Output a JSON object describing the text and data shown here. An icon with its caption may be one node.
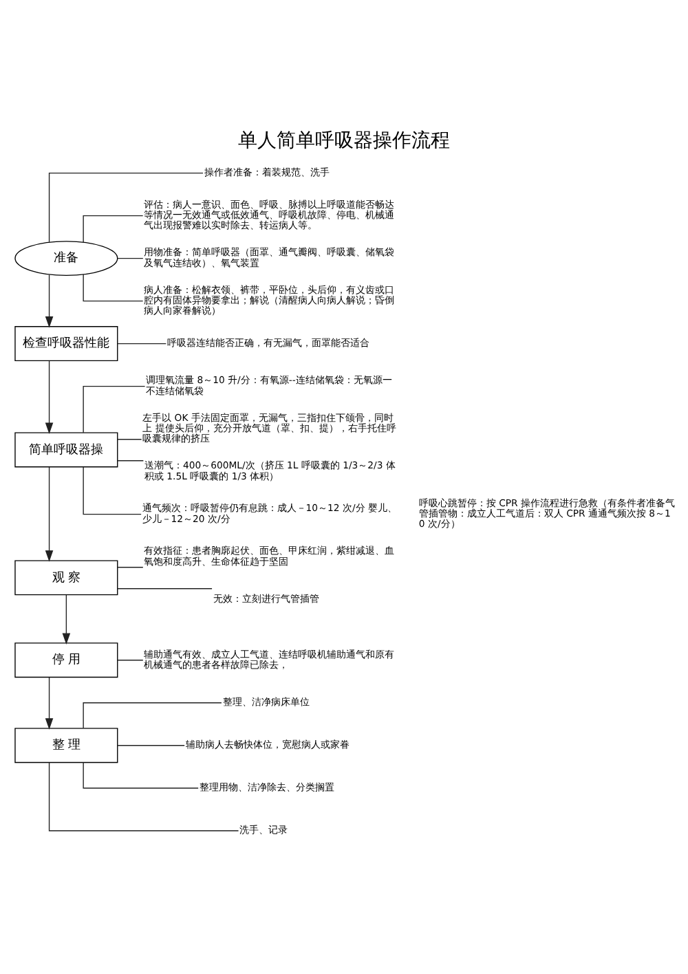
{
  "diagram": {
    "title": "单人简单呼吸器操作流程",
    "nodes": [
      {
        "text": [
          "准备"
        ]
      },
      {
        "text": [
          "操作者准备：着装规范、洗手"
        ]
      },
      {
        "text": [
          "评估：病人一意识、面色、呼吸、脉搏以上呼吸道能否畅达等情况一无效通气或低效通气、呼吸机故障、停电、机械通气出现报警难以实时除去、转运病人等。"
        ]
      },
      {
        "text": [
          "用物准备：简单呼吸器（面罩、通气瓣阀、呼吸囊、储氧袋及氧气连结收）、氧气装置"
        ]
      },
      {
        "text": [
          "病人准备：松解衣领、裤带，平卧位，头后仰，有义齿或口腔内有固体异物要拿出；解说（清醒病人向病人解说；昏倒病人向家眷解说）"
        ]
      },
      {
        "text": [
          "检查呼吸器性能"
        ]
      },
      {
        "text": [
          "呼吸器连结能否正确，有无漏气，面罩能否适合"
        ]
      },
      {
        "text": [
          "简单呼吸器操"
        ]
      },
      {
        "text": [
          "调理氧流量 8～10 升/分：有氧源--连结储氧袋：无氧源一不连结储氧袋"
        ]
      },
      {
        "text": [
          "左手以 OK 手法固定面罩，无漏气，三指扣住下颌骨，同时上 提使头后仰，充分开放气道（罩、扣、提），右手托住呼吸囊规律的挤压"
        ]
      },
      {
        "text": [
          "送潮气：400～600ML/次（挤压 1L 呼吸囊的 1/3～2/3 体积或 1.5L 呼吸囊的 1/3 体积）"
        ]
      },
      {
        "text": [
          "通气频次：呼吸暂停仍有息跳：成人－10～12 次/分 婴儿、少儿－12～20 次/分"
        ]
      },
      {
        "text": [
          "观 察"
        ]
      },
      {
        "text": [
          "有效指征：患者胸廓起伏、面色、甲床红润，紫绀减退、血氧饱和度高升、生命体征趋于坚固"
        ]
      },
      {
        "text": [
          "无效：立刻进行气管插管"
        ]
      },
      {
        "text": [
          "停 用"
        ]
      },
      {
        "text": [
          "辅助通气有效、成立人工气道、连结呼吸机辅助通气和原有机械通气的患者各样故障已除去，"
        ]
      },
      {
        "text": [
          "整 理"
        ]
      },
      {
        "text": [
          "整理、洁净病床单位"
        ]
      },
      {
        "text": [
          "辅助病人去畅快体位，宽慰病人或家眷"
        ]
      },
      {
        "text": [
          "整理用物、洁净除去、分类搁置"
        ]
      },
      {
        "text": [
          "洗手、记录"
        ]
      }
    ],
    "edges": [
      {
        "from": 0,
        "to": 5,
        "arrow": "to"
      },
      {
        "from": 5,
        "to": 7,
        "arrow": "to"
      },
      {
        "from": 7,
        "to": 12,
        "arrow": "to"
      },
      {
        "from": 12,
        "to": 15,
        "arrow": "to"
      },
      {
        "from": 15,
        "to": 17,
        "arrow": "to"
      },
      {
        "from": 0,
        "to": 1,
        "arrow": "none"
      },
      {
        "from": 0,
        "to": 2,
        "arrow": "none"
      },
      {
        "from": 0,
        "to": 3,
        "arrow": "none"
      },
      {
        "from": 0,
        "to": 4,
        "arrow": "none"
      },
      {
        "from": 5,
        "to": 6,
        "arrow": "none"
      },
      {
        "from": 7,
        "to": 8,
        "arrow": "none"
      },
      {
        "from": 7,
        "to": 9,
        "arrow": "none"
      },
      {
        "from": 7,
        "to": 10,
        "arrow": "none"
      },
      {
        "from": 7,
        "to": 11,
        "arrow": "none"
      },
      {
        "from": 12,
        "to": 13,
        "arrow": "none"
      },
      {
        "from": 12,
        "to": 14,
        "arrow": "none"
      },
      {
        "from": 15,
        "to": 16,
        "arrow": "none"
      },
      {
        "from": 17,
        "to": 18,
        "arrow": "none"
      },
      {
        "from": 17,
        "to": 19,
        "arrow": "none"
      },
      {
        "from": 17,
        "to": 20,
        "arrow": "none"
      },
      {
        "from": 17,
        "to": 21,
        "arrow": "none"
      }
    ],
    "labels": [
      "呼吸心跳暂停：按 CPR 操作流程进行急救（有条件者准备气管插管物：成立人工气道后：双人 CPR 通通气频次按 8～10 次/分）"
    ]
  }
}
